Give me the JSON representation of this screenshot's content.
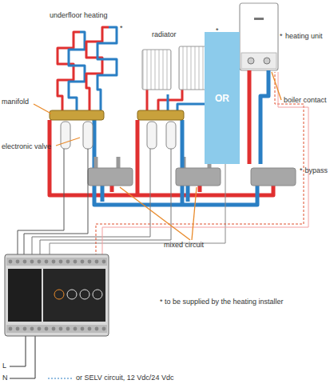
{
  "diagram": {
    "nodes": [
      {
        "text": [
          "OR"
        ]
      }
    ],
    "labels": [
      "underfloor heating",
      "*",
      "radiator",
      "*",
      "*",
      "heating unit",
      "manifold",
      "electronic valve",
      "boiler contact",
      "*",
      "bypass",
      "mixed circuit",
      "* to be supplied by the heating installer",
      "L",
      "N",
      "or SELV circuit, 12 Vdc/24 Vdc"
    ]
  }
}
